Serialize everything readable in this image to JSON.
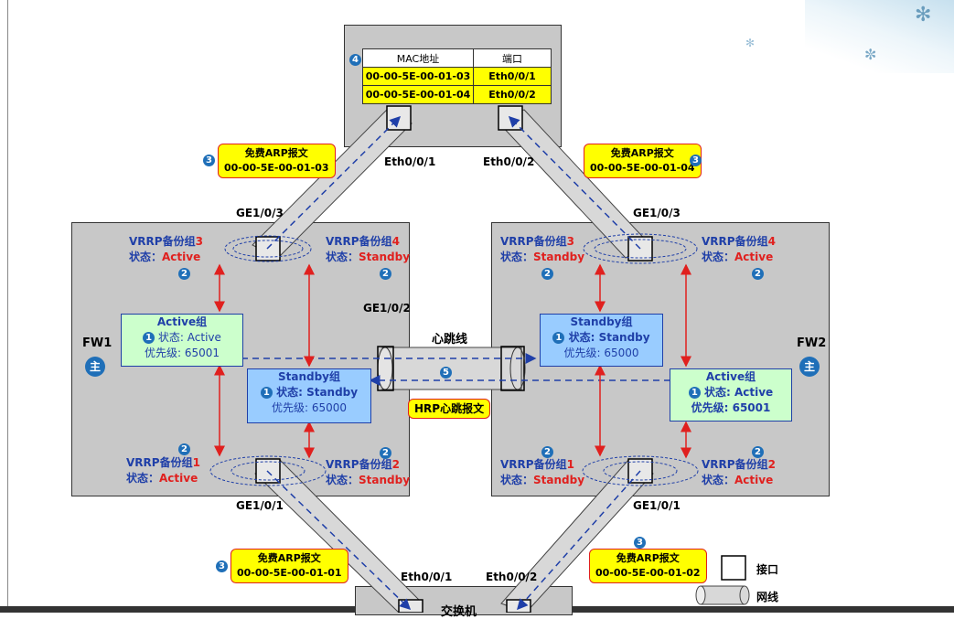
{
  "mac_table": {
    "step": "4",
    "headers": [
      "MAC地址",
      "端口"
    ],
    "rows": [
      [
        "00-00-5E-00-01-03",
        "Eth0/0/1"
      ],
      [
        "00-00-5E-00-01-04",
        "Eth0/0/2"
      ]
    ]
  },
  "top_switch": {
    "port_left": "Eth0/0/1",
    "port_right": "Eth0/0/2"
  },
  "bottom_switch": {
    "port_left": "Eth0/0/1",
    "port_right": "Eth0/0/2",
    "title": "交换机"
  },
  "arp": {
    "title": "免费ARP报文",
    "step": "3",
    "top_left_mac": "00-00-5E-00-01-03",
    "top_right_mac": "00-00-5E-00-01-04",
    "bottom_left_mac": "00-00-5E-00-01-01",
    "bottom_right_mac": "00-00-5E-00-01-02"
  },
  "fw1": {
    "name": "FW1",
    "badge": "主",
    "port_top": "GE1/0/3",
    "port_mid": "GE1/0/2",
    "port_bottom": "GE1/0/1",
    "vrrp_tl": {
      "label": "VRRP备份组",
      "num": "3",
      "state_label": "状态：",
      "state": "Active"
    },
    "vrrp_tr": {
      "label": "VRRP备份组",
      "num": "4",
      "state_label": "状态：",
      "state": "Standby"
    },
    "vrrp_bl": {
      "label": "VRRP备份组",
      "num": "1",
      "state_label": "状态：",
      "state": "Active"
    },
    "vrrp_br": {
      "label": "VRRP备份组",
      "num": "2",
      "state_label": "状态：",
      "state": "Standby"
    },
    "active_group": {
      "title": "Active组",
      "state": "状态: Active",
      "priority": "优先级: 65001"
    },
    "standby_group": {
      "title": "Standby组",
      "state": "状态: Standby",
      "priority": "优先级: 65000"
    }
  },
  "fw2": {
    "name": "FW2",
    "badge": "主",
    "port_top": "GE1/0/3",
    "port_bottom": "GE1/0/1",
    "vrrp_tl": {
      "label": "VRRP备份组",
      "num": "3",
      "state_label": "状态：",
      "state": "Standby"
    },
    "vrrp_tr": {
      "label": "VRRP备份组",
      "num": "4",
      "state_label": "状态：",
      "state": "Active"
    },
    "vrrp_bl": {
      "label": "VRRP备份组",
      "num": "1",
      "state_label": "状态：",
      "state": "Standby"
    },
    "vrrp_br": {
      "label": "VRRP备份组",
      "num": "2",
      "state_label": "状态：",
      "state": "Active"
    },
    "standby_group": {
      "title": "Standby组",
      "state": "状态: Standby",
      "priority": "优先级: 65000"
    },
    "active_group": {
      "title": "Active组",
      "state": "状态: Active",
      "priority": "优先级: 65001"
    }
  },
  "heartbeat": {
    "title": "心跳线",
    "message": "HRP心跳报文",
    "step": "5"
  },
  "steps": {
    "one": "1",
    "two": "2"
  },
  "legend": {
    "interface": "接口",
    "cable": "网线"
  },
  "colors": {
    "box": "#c8c8c8",
    "blue": "#1f3fa8",
    "red": "#e0201e",
    "yellow": "#ffff00",
    "green_group": "#ccffcc",
    "blue_group": "#99ccff"
  }
}
